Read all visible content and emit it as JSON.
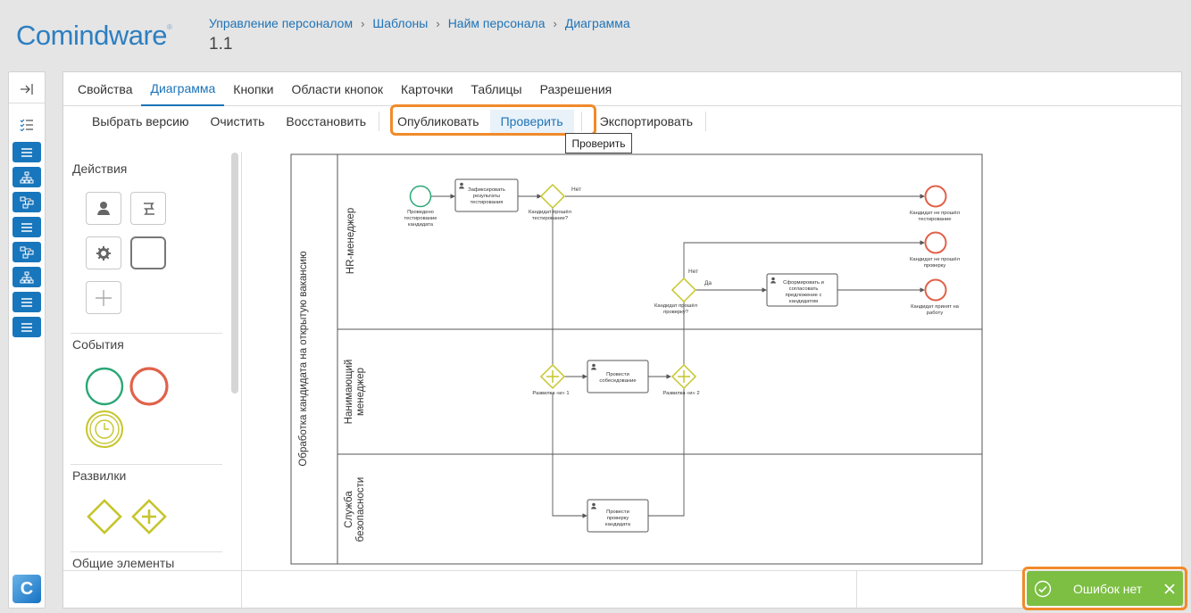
{
  "brand": {
    "logo_text": "Comindware",
    "logo_mark": "®",
    "accent": "#1a73b8",
    "highlight": "#f08a2b",
    "success": "#7cbf43"
  },
  "breadcrumb": [
    "Управление персоналом",
    "Шаблоны",
    "Найм персонала",
    "Диаграмма"
  ],
  "page_title": "1.1",
  "sidebar": {
    "collapse_icon": "collapse-right-icon",
    "tasks_icon": "task-list-icon",
    "items": [
      {
        "icon": "list-icon"
      },
      {
        "icon": "org-chart-icon"
      },
      {
        "icon": "process-icon"
      },
      {
        "icon": "list-icon"
      },
      {
        "icon": "process-icon"
      },
      {
        "icon": "org-chart-icon"
      },
      {
        "icon": "list-icon"
      },
      {
        "icon": "list-icon"
      }
    ],
    "app_logo": "C"
  },
  "tabs": [
    "Свойства",
    "Диаграмма",
    "Кнопки",
    "Области кнопок",
    "Карточки",
    "Таблицы",
    "Разрешения"
  ],
  "active_tab": "Диаграмма",
  "toolbar": {
    "select_version": "Выбрать версию",
    "clear": "Очистить",
    "restore": "Восстановить",
    "publish": "Опубликовать",
    "check": "Проверить",
    "export": "Экспортировать"
  },
  "tooltip": "Проверить",
  "palette": {
    "actions": "Действия",
    "events": "События",
    "gateways": "Развилки",
    "general": "Общие элементы"
  },
  "diagram": {
    "pool": "Обработка кандидата на открытую вакансию",
    "lanes": {
      "hr": "HR-менеджер",
      "hiring_1": "Нанимающий",
      "hiring_2": "менеджер",
      "security_1": "Служба",
      "security_2": "безопасности"
    },
    "start": [
      "Проведено",
      "тестирование",
      "кандидата"
    ],
    "task_fix": [
      "Зафиксировать",
      "результаты",
      "тестирования"
    ],
    "gw1": [
      "Кандидат прошёл",
      "тестирование?"
    ],
    "no": "Нет",
    "yes": "Да",
    "end1": [
      "Кандидат не прошёл",
      "тестирование"
    ],
    "end2": [
      "Кандидат не прошёл",
      "проверку"
    ],
    "end3": [
      "Кандидат принят на",
      "работу"
    ],
    "gw2": [
      "Кандидат прошёл",
      "проверку?"
    ],
    "task_offer": [
      "Сформировать и",
      "согласовать",
      "предложение с",
      "кандидатом"
    ],
    "fork1": "Развилка «и» 1",
    "fork2": "Развилка «и» 2",
    "task_interview": [
      "Провести",
      "собеседование"
    ],
    "task_check": [
      "Провести",
      "проверку",
      "кандидата"
    ]
  },
  "toast": {
    "message": "Ошибок нет",
    "icon": "check-circle-icon",
    "close_icon": "close-icon"
  }
}
